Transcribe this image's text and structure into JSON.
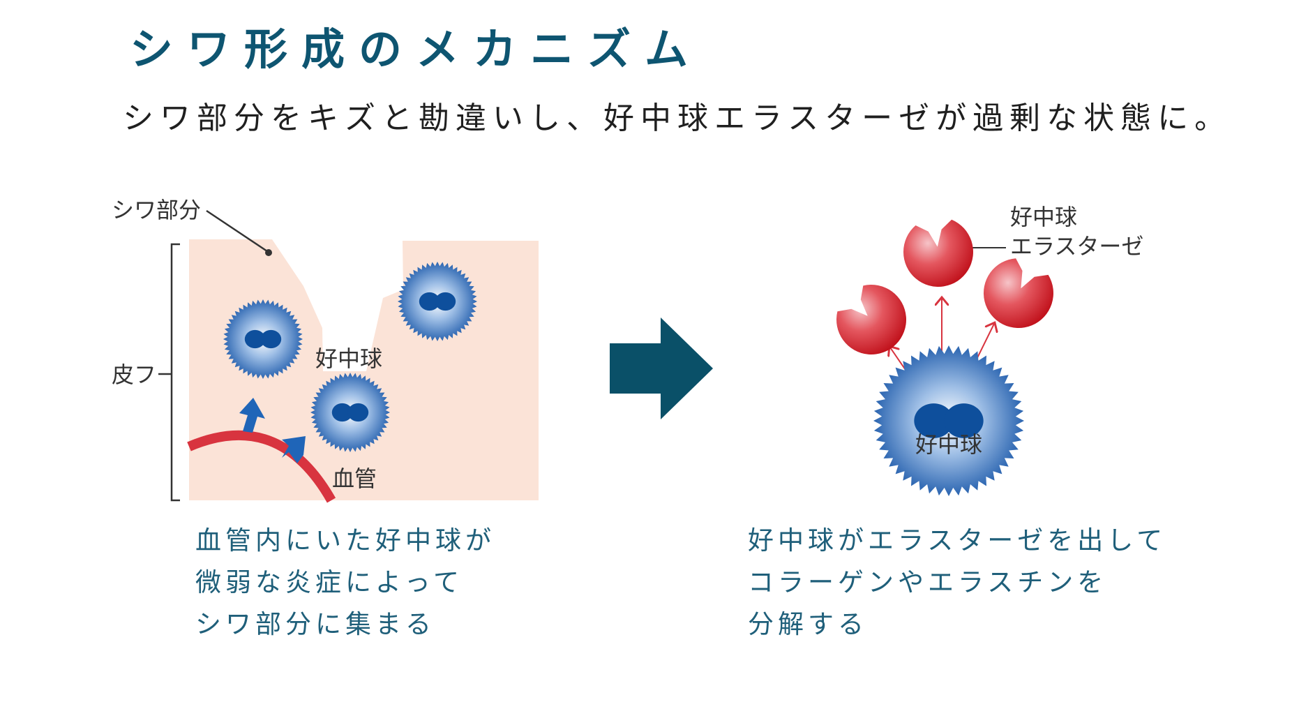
{
  "heading": {
    "title": "シワ形成のメカニズム",
    "subtitle": "シワ部分をキズと勘違いし、好中球エラスターゼが過剰な状態に。"
  },
  "left_panel": {
    "label_wrinkle": "シワ部分",
    "label_skin": "皮フ",
    "label_neutrophil": "好中球",
    "label_vessel": "血管",
    "caption": [
      "血管内にいた好中球が",
      "微弱な炎症によって",
      "シワ部分に集まる"
    ]
  },
  "right_panel": {
    "label_elastase_line1": "好中球",
    "label_elastase_line2": "エラスターゼ",
    "label_neutrophil": "好中球",
    "caption": [
      "好中球がエラスターゼを出して",
      "コラーゲンやエラスチンを",
      "分解する"
    ]
  },
  "colors": {
    "title": "#0e5571",
    "caption": "#1f5f7a",
    "skin": "#fbe3d7",
    "vessel": "#d8343f",
    "arrow": "#0a5068",
    "neutrophil": "#2a64b0",
    "elastase": "#d81f2a"
  }
}
